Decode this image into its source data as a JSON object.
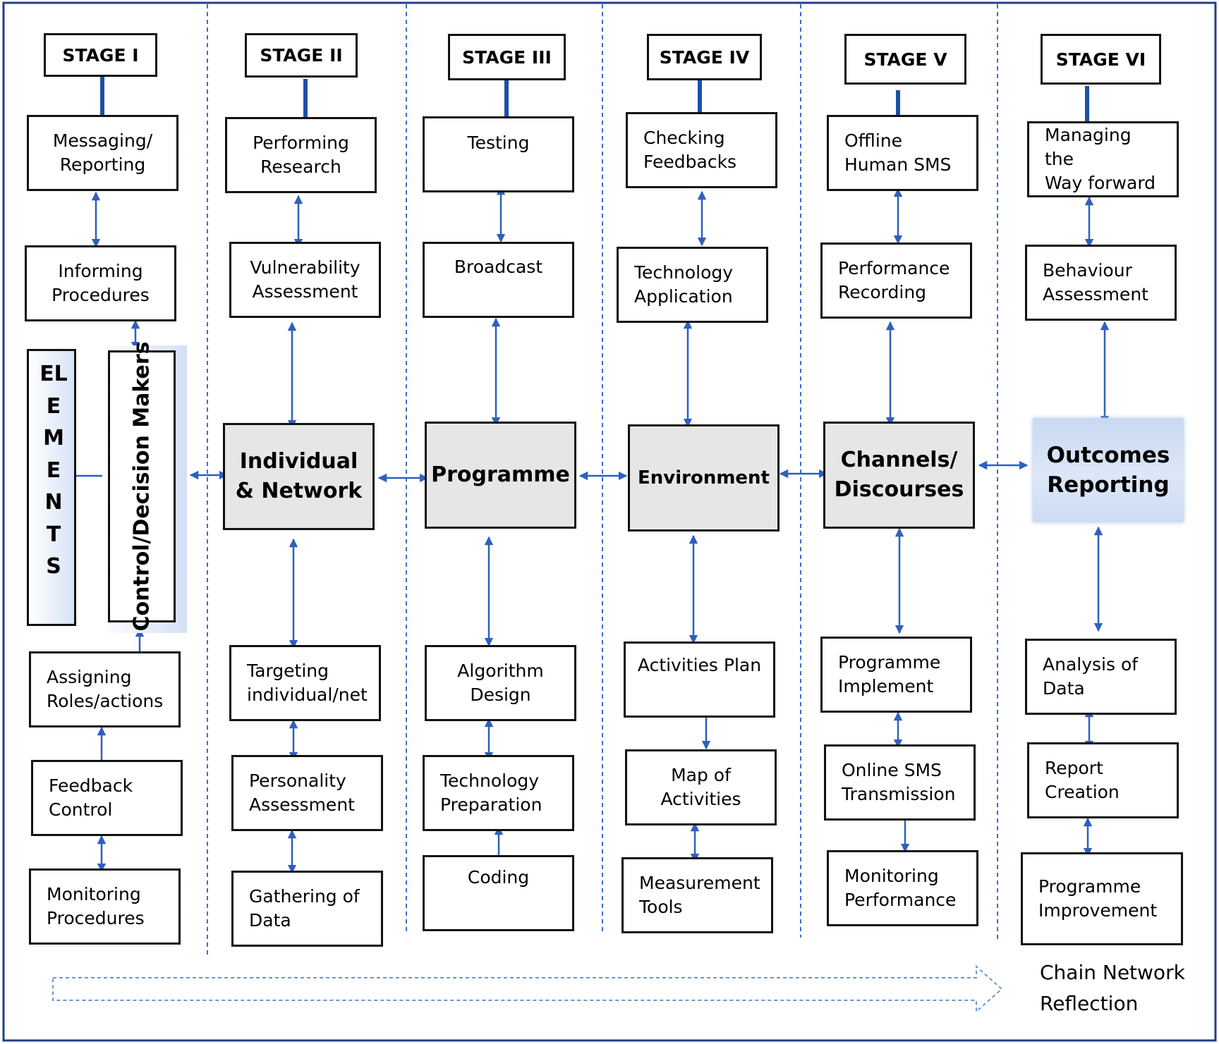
{
  "stages": [
    "STAGE I",
    "STAGE II",
    "STAGE III",
    "STAGE IV",
    "STAGE V",
    "STAGE VI"
  ],
  "elements_label": "ELEMENTS",
  "control_label": "Control/Decision Makers",
  "hubs": {
    "individual": "Individual\n& Network",
    "programme": "Programme",
    "environment": "Environment",
    "channels": "Channels/\nDiscourses",
    "outcomes": "Outcomes\nReporting"
  },
  "stage1": {
    "top": [
      "Messaging/\nReporting",
      "Informing\nProcedures"
    ],
    "bottom": [
      "Assigning\nRoles/actions",
      "Feedback\nControl",
      "Monitoring\nProcedures"
    ]
  },
  "stage2": {
    "top": [
      "Performing\nResearch",
      "Vulnerability\nAssessment"
    ],
    "bottom": [
      "Targeting\nindividual/net",
      "Personality\nAssessment",
      "Gathering of\nData"
    ]
  },
  "stage3": {
    "top": [
      "Testing",
      "Broadcast"
    ],
    "bottom": [
      "Algorithm\nDesign",
      "Technology\nPreparation",
      "Coding"
    ]
  },
  "stage4": {
    "top": [
      "Checking\nFeedbacks",
      "Technology\nApplication"
    ],
    "bottom": [
      "Activities Plan",
      "Map of\nActivities",
      "Measurement\nTools"
    ]
  },
  "stage5": {
    "top": [
      "Offline\nHuman SMS",
      "Performance\nRecording"
    ],
    "bottom": [
      "Programme\nImplement",
      "Online SMS\nTransmission",
      "Monitoring\nPerformance"
    ]
  },
  "stage6": {
    "top": [
      "Managing the\nWay forward",
      "Behaviour\nAssessment"
    ],
    "bottom": [
      "Analysis of\nData",
      "Report\nCreation",
      "Programme\nImprovement"
    ]
  },
  "footer": "Chain Network\nReflection",
  "colors": {
    "arrow": "#2e5fbf",
    "divider": "#3a6fcf",
    "hub_fill": "#e6e6e6",
    "outcomes_fill": "#d3e1f6"
  }
}
